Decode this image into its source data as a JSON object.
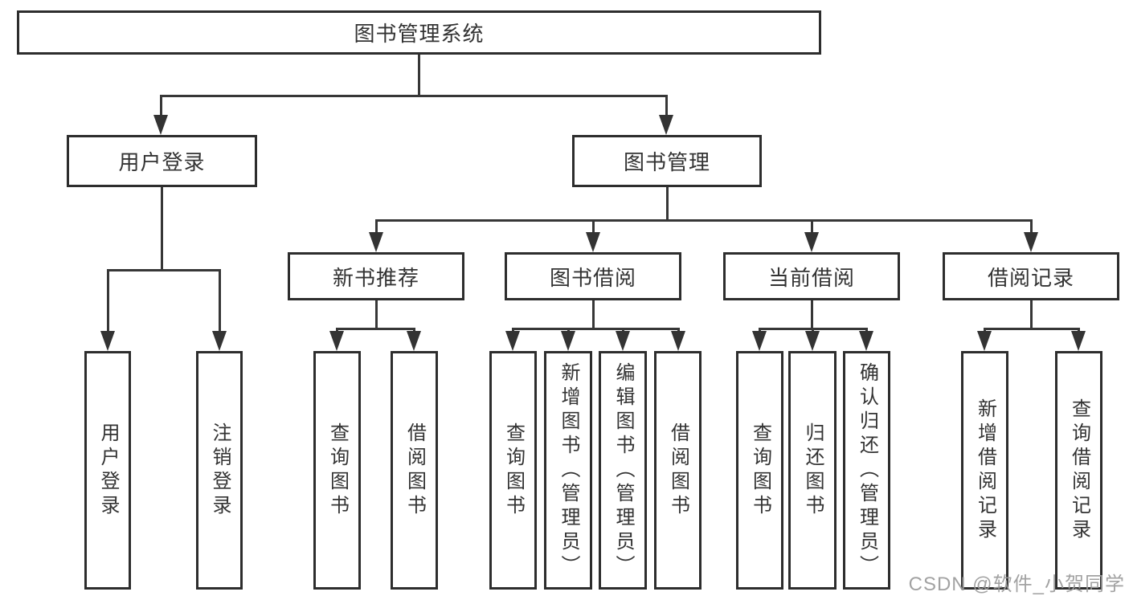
{
  "diagram": {
    "title": "图书管理系统",
    "watermark": "CSDN @软件_小贺同学",
    "colors": {
      "background": "#ffffff",
      "box_border": "#2d2d2d",
      "line": "#373737",
      "text": "#333333",
      "watermark": "#9b9b9b"
    },
    "nodes": [
      {
        "id": "root",
        "label": "图书管理系统",
        "parent": null,
        "orientation": "horizontal"
      },
      {
        "id": "user-login-group",
        "label": "用户登录",
        "parent": "root",
        "orientation": "horizontal"
      },
      {
        "id": "book-management",
        "label": "图书管理",
        "parent": "root",
        "orientation": "horizontal"
      },
      {
        "id": "new-book-recommend",
        "label": "新书推荐",
        "parent": "book-management",
        "orientation": "horizontal"
      },
      {
        "id": "book-borrow",
        "label": "图书借阅",
        "parent": "book-management",
        "orientation": "horizontal"
      },
      {
        "id": "current-borrow",
        "label": "当前借阅",
        "parent": "book-management",
        "orientation": "horizontal"
      },
      {
        "id": "borrow-records",
        "label": "借阅记录",
        "parent": "book-management",
        "orientation": "horizontal"
      },
      {
        "id": "user-login",
        "label": "用户登录",
        "parent": "user-login-group",
        "orientation": "vertical"
      },
      {
        "id": "logout",
        "label": "注销登录",
        "parent": "user-login-group",
        "orientation": "vertical"
      },
      {
        "id": "nb-query-book",
        "label": "查询图书",
        "parent": "new-book-recommend",
        "orientation": "vertical"
      },
      {
        "id": "nb-borrow-book",
        "label": "借阅图书",
        "parent": "new-book-recommend",
        "orientation": "vertical"
      },
      {
        "id": "bb-query-book",
        "label": "查询图书",
        "parent": "book-borrow",
        "orientation": "vertical"
      },
      {
        "id": "bb-add-book",
        "label": "新增图书（管理员）",
        "parent": "book-borrow",
        "orientation": "vertical"
      },
      {
        "id": "bb-edit-book",
        "label": "编辑图书（管理员）",
        "parent": "book-borrow",
        "orientation": "vertical"
      },
      {
        "id": "bb-borrow-book",
        "label": "借阅图书",
        "parent": "book-borrow",
        "orientation": "vertical"
      },
      {
        "id": "cb-query-book",
        "label": "查询图书",
        "parent": "current-borrow",
        "orientation": "vertical"
      },
      {
        "id": "cb-return-book",
        "label": "归还图书",
        "parent": "current-borrow",
        "orientation": "vertical"
      },
      {
        "id": "cb-confirm-return",
        "label": "确认归还（管理员）",
        "parent": "current-borrow",
        "orientation": "vertical"
      },
      {
        "id": "br-add-record",
        "label": "新增借阅记录",
        "parent": "borrow-records",
        "orientation": "vertical"
      },
      {
        "id": "br-query-record",
        "label": "查询借阅记录",
        "parent": "borrow-records",
        "orientation": "vertical"
      }
    ]
  }
}
